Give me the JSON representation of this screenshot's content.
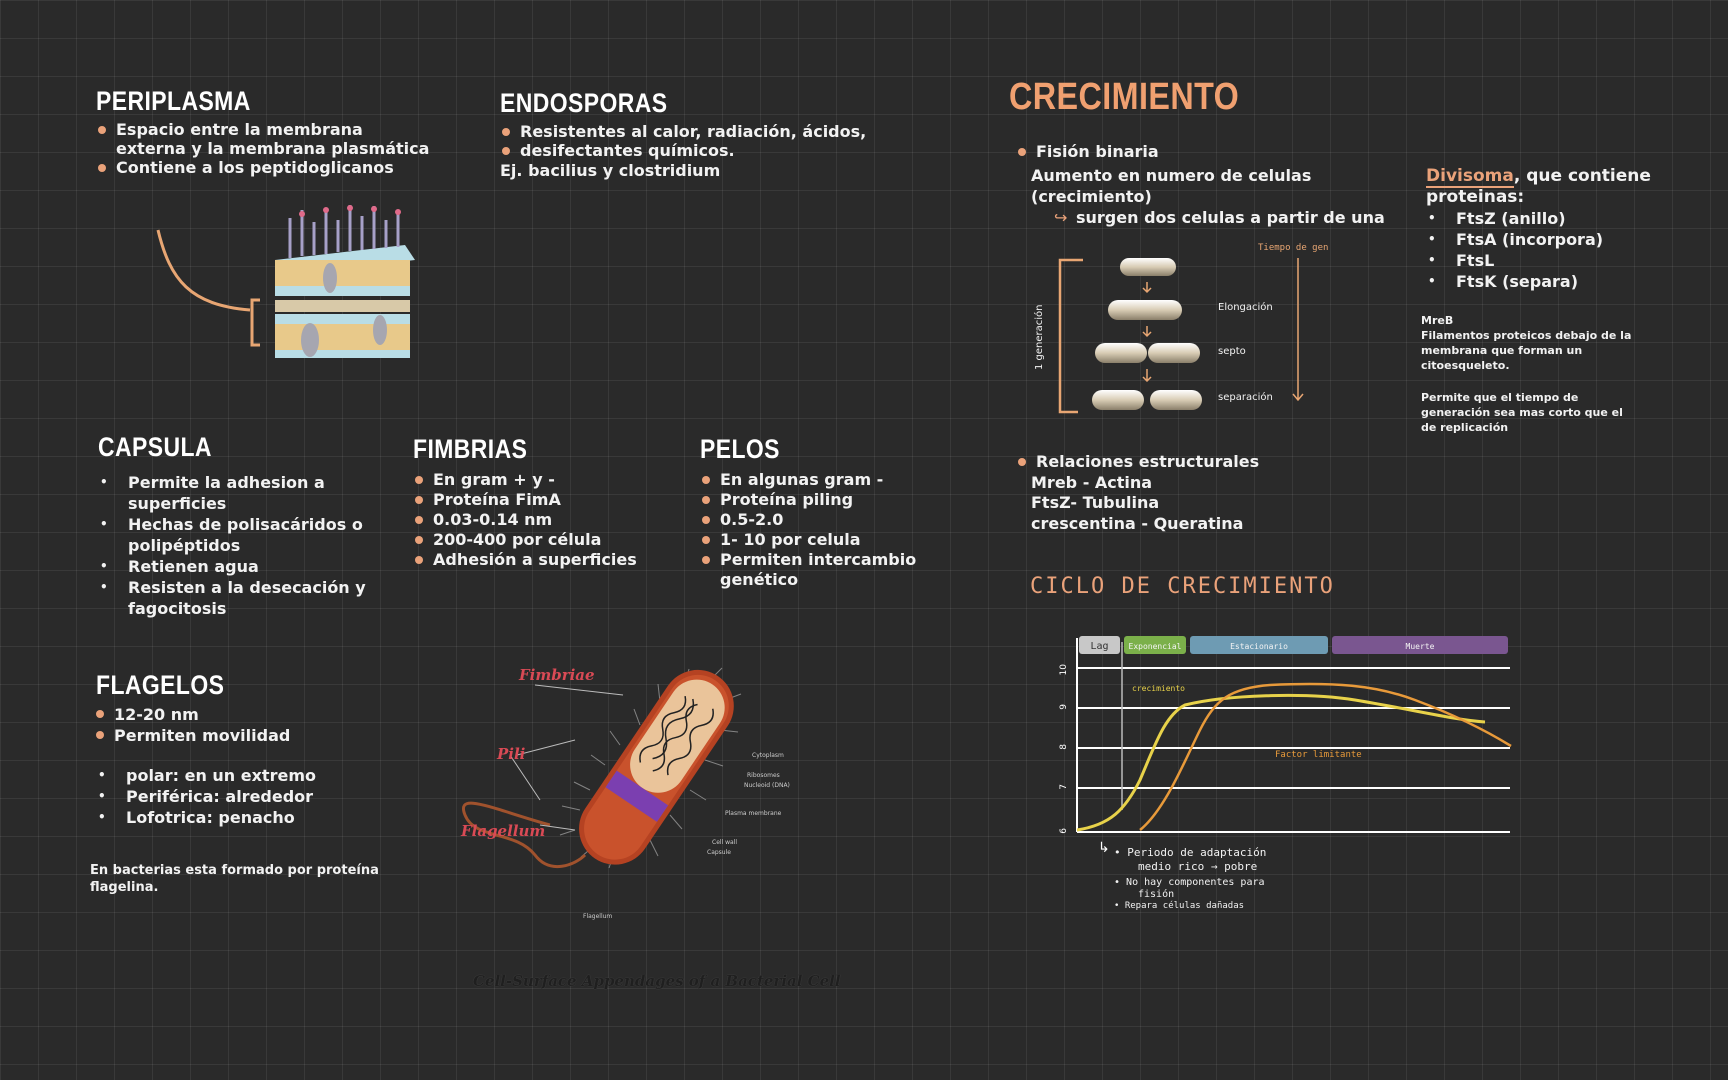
{
  "periplasma": {
    "title": "PERIPLASMA",
    "items": [
      "Espacio entre la membrana externa y la membrana plasmática",
      "Contiene a los peptidoglicanos"
    ]
  },
  "endosporas": {
    "title": "ENDOSPORAS",
    "items": [
      "Resistentes al calor, radiación, ácidos,",
      "desifectantes químicos."
    ],
    "example": "Ej. bacilius y clostridium"
  },
  "capsula": {
    "title": "CAPSULA",
    "items": [
      "Permite la adhesion a superficies",
      "Hechas de polisacáridos o polipéptidos",
      "Retienen agua",
      "Resisten a la desecación y fagocitosis"
    ]
  },
  "fimbrias": {
    "title": "FIMBRIAS",
    "items": [
      "En gram + y -",
      "Proteína FimA",
      "0.03-0.14 nm",
      "200-400 por célula",
      "Adhesión a superficies"
    ]
  },
  "pelos": {
    "title": "PELOS",
    "items": [
      "En algunas gram -",
      "Proteína piling",
      "0.5-2.0",
      "1- 10 por celula",
      "Permiten intercambio genético"
    ]
  },
  "flagelos": {
    "title": "FLAGELOS",
    "items": [
      "12-20 nm",
      "Permiten movilidad"
    ],
    "types": [
      "polar: en un extremo",
      "Periférica: alrededor",
      "Lofotrica: penacho"
    ],
    "note": "En bacterias esta formado por proteína flagelina."
  },
  "bacteria_figure": {
    "label_fimbriae": "Fimbriae",
    "label_pili": "Pili",
    "label_flagellum": "Flagellum",
    "caption": "Cell-Surface Appendages of a Bacterial Cell",
    "small_labels": [
      "Cytoplasm",
      "Ribosomes",
      "Nucleoid (DNA)",
      "Plasma membrane",
      "Cell wall",
      "Capsule",
      "Flagellum"
    ]
  },
  "crecimiento": {
    "title": "CRECIMIENTO",
    "fision": "Fisión binaria",
    "line1": "Aumento en numero de celulas",
    "line2": "(crecimiento)",
    "line3": "surgen dos celulas a partir de una",
    "diagram": {
      "side_label": "1 generación",
      "tiempo": "Tiempo de gen",
      "stages": [
        "Elongación",
        "septo",
        "separación"
      ]
    },
    "relaciones_title": "Relaciones estructurales",
    "relaciones": [
      "Mreb - Actina",
      "FtsZ- Tubulina",
      "crescentina - Queratina"
    ]
  },
  "divisoma": {
    "highlight": "Divisoma",
    "rest": ", que contiene",
    "line2": "proteinas:",
    "proteins": [
      "FtsZ (anillo)",
      "FtsA (incorpora)",
      "FtsL",
      "FtsK (separa)"
    ],
    "mreb_title": "MreB",
    "mreb_text": [
      "Filamentos proteicos debajo de la",
      "membrana que forman un",
      "citoesqueleto."
    ],
    "permite": [
      "Permite que el tiempo de",
      "generación sea mas corto que el",
      "de replicación"
    ]
  },
  "ciclo": {
    "title": "CICLO DE CRECIMIENTO",
    "phases": [
      {
        "label": "Lag",
        "color": "#c8c8c8"
      },
      {
        "label": "Exponencial",
        "color": "#7bb04a"
      },
      {
        "label": "Estacionario",
        "color": "#6e9bb3"
      },
      {
        "label": "Muerte",
        "color": "#7a5690"
      }
    ],
    "y_ticks": [
      "10",
      "9",
      "8",
      "7",
      "6"
    ],
    "crecimiento_label": "crecimiento",
    "factor_label": "Factor limitante",
    "notes": [
      "Periodo de adaptación",
      "medio rico → pobre",
      "No hay componentes para",
      "fisión",
      "Repara células dañadas"
    ],
    "colors": {
      "yellow": "#e8d24a",
      "orange": "#e89a3a"
    }
  }
}
